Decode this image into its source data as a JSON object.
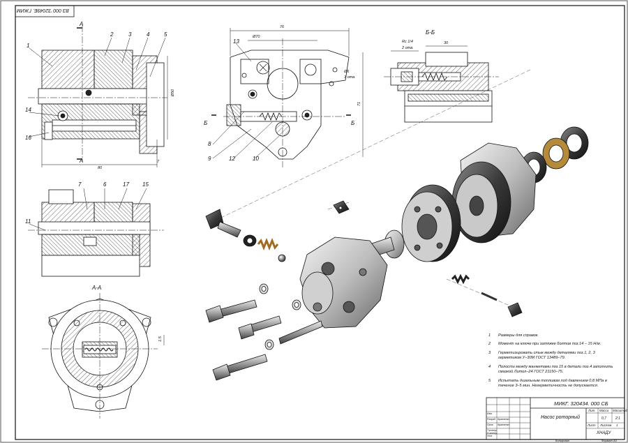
{
  "corner_stamp": "ВЗ 000 '32049Е. ГЖИМ",
  "views": {
    "front_part_numbers": [
      "1",
      "2",
      "3",
      "4",
      "5",
      "14",
      "16"
    ],
    "section_marks": [
      "A",
      "A",
      "Б",
      "Б"
    ],
    "lower_part_numbers": [
      "7",
      "6",
      "17",
      "15",
      "11"
    ],
    "top_view_part_numbers": [
      "13",
      "8",
      "9",
      "12",
      "10"
    ],
    "section_bb_title": "Б-Б",
    "section_aa_title": "А-А"
  },
  "dimensions": {
    "d50": "Ø50",
    "len80": "80",
    "len7": "7",
    "len76": "76",
    "d70": "Ø70",
    "hole": "Ø6",
    "hole_count": "3 отв.",
    "h71": "71",
    "thread": "Rc 1/4",
    "thread_count": "2 отв.",
    "len30": "30",
    "len15": "1.5"
  },
  "notes": [
    {
      "n": "1",
      "text": "Размеры для справок."
    },
    {
      "n": "2",
      "text": "Момент на ключе при затяжке болтов поз.14 – 15 Н/м."
    },
    {
      "n": "3",
      "text": "Герметизировать стык между деталями поз.1, 2, 3 герметиком У–30М ГОСТ 13489–79."
    },
    {
      "n": "4",
      "text": "Полости между манжетами поз.15 в детали поз.4 заполнить смазкой Литол–24 ГОСТ 21150–75."
    },
    {
      "n": "5",
      "text": "Испытать дизельным топливом под давлением 0,8 МПа в течение 3–5 мин. Негерметичность не допускается."
    }
  ],
  "title_block": {
    "designation": "МИКГ. 320434. 000 СБ",
    "name": "Насос роторный",
    "hdr_lit": "Лит.",
    "hdr_mass": "Масса",
    "hdr_scale": "Масштаб",
    "mass": "0,7",
    "scale": "2:1",
    "sheet": "Лист",
    "sheets": "Листов",
    "sheets_count": "1",
    "org": "ХНАДУ",
    "roles": [
      "Изм.",
      "Разраб.",
      "Пров.",
      "Т.контр.",
      "Н.контр.",
      "Утв."
    ],
    "names": [
      "Кравченко",
      "Кравченко"
    ],
    "copied": "Копировал",
    "format": "Формат А3"
  }
}
